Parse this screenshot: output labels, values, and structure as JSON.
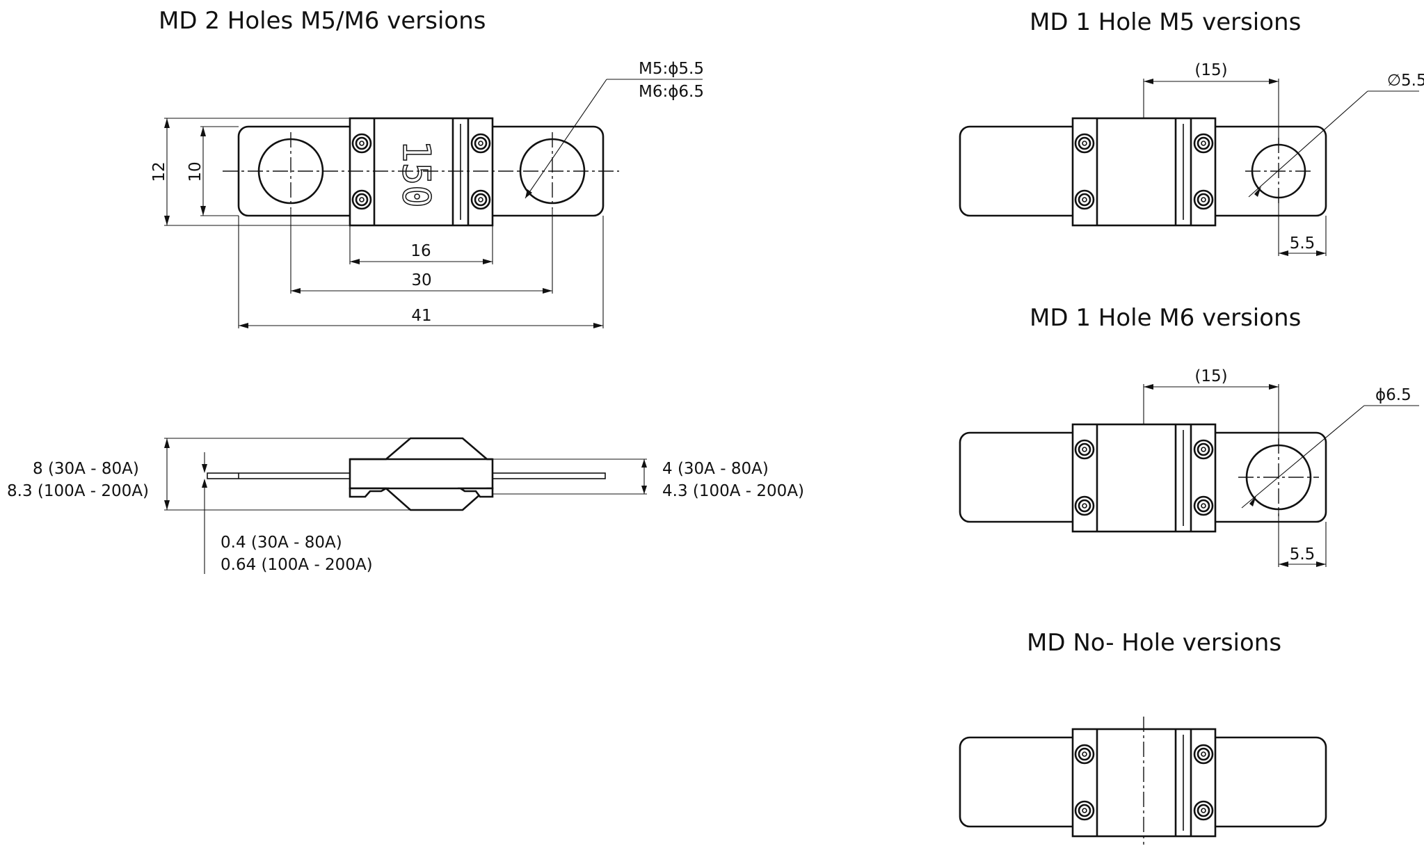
{
  "titles": {
    "two_hole": "MD 2 Holes M5/M6 versions",
    "one_hole_m5": "MD 1 Hole M5 versions",
    "one_hole_m6": "MD 1 Hole M6 versions",
    "no_hole": "MD No- Hole  versions"
  },
  "two_hole_dims": {
    "hole_m5": "M5:ϕ5.5",
    "hole_m6": "M6:ϕ6.5",
    "height_outer": "12",
    "height_inner": "10",
    "body_width": "16",
    "hole_spacing": "30",
    "overall_length": "41",
    "rating_marking": "150"
  },
  "side_view_dims": {
    "height_line1": "8  (30A - 80A)",
    "height_line2": "8.3 (100A - 200A)",
    "center_line1": "4    (30A - 80A)",
    "center_line2": "4.3 (100A - 200A)",
    "thickness_line1": "0.4   (30A - 80A)",
    "thickness_line2": "0.64 (100A - 200A)"
  },
  "one_hole_m5_dims": {
    "spacing": "(15)",
    "hole_diameter": "∅5.5",
    "edge_distance": "5.5"
  },
  "one_hole_m6_dims": {
    "spacing": "(15)",
    "hole_diameter": "ϕ6.5",
    "edge_distance": "5.5"
  }
}
